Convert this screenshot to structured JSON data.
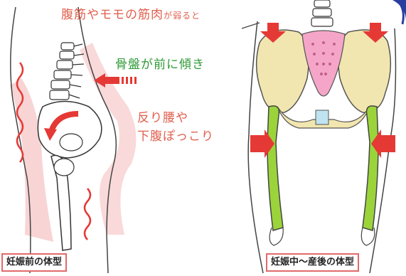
{
  "labels": {
    "title_main": "腹筋やモモの筋肉",
    "title_small": "が弱ると",
    "pelvis_tilt": "骨盤が前に傾き",
    "posture_line1": "反り腰や",
    "posture_line2": "下腹ぽっこり"
  },
  "captions": {
    "before": "妊娠前の体型",
    "after": "妊娠中〜産後の体型"
  },
  "colors": {
    "accent_red": "#e53935",
    "text_green": "#2e9a36",
    "pelvis_yellow": "#f2e6b0",
    "sacrum_pink": "#f5a6c8",
    "femur_green": "#9bd43a",
    "skin_pink": "#f6c9c9",
    "corner_blue": "#2a3ea0"
  }
}
